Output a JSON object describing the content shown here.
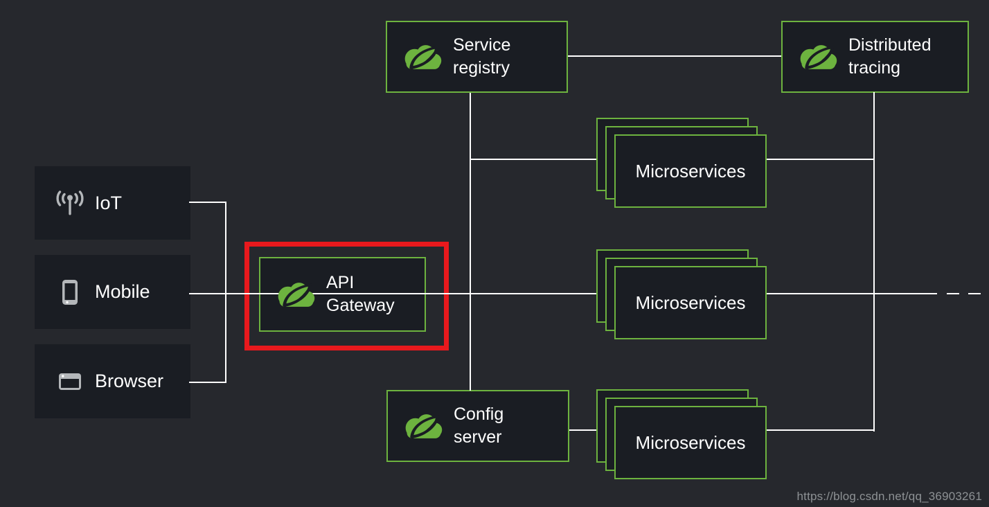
{
  "clients": [
    {
      "label": "IoT",
      "icon": "iot-signal-icon"
    },
    {
      "label": "Mobile",
      "icon": "mobile-phone-icon"
    },
    {
      "label": "Browser",
      "icon": "browser-window-icon"
    }
  ],
  "nodes": {
    "service_registry": {
      "line1": "Service",
      "line2": "registry",
      "icon": "spring-cloud-icon"
    },
    "distributed_tracing": {
      "line1": "Distributed",
      "line2": "tracing",
      "icon": "spring-cloud-icon"
    },
    "api_gateway": {
      "line1": "API",
      "line2": "Gateway",
      "icon": "spring-cloud-icon",
      "highlighted": true
    },
    "config_server": {
      "line1": "Config",
      "line2": "server",
      "icon": "spring-cloud-icon"
    },
    "microservice_stacks": [
      {
        "label": "Microservices"
      },
      {
        "label": "Microservices"
      },
      {
        "label": "Microservices"
      }
    ]
  },
  "page": {
    "watermark": "https://blog.csdn.net/qq_36903261"
  },
  "colors": {
    "background": "#26282d",
    "box_fill": "#1a1d23",
    "accent_green": "#6db33f",
    "highlight_red": "#e8191d",
    "line_white": "#ffffff",
    "icon_gray": "#b4b7ba",
    "watermark_gray": "#8d9194"
  }
}
